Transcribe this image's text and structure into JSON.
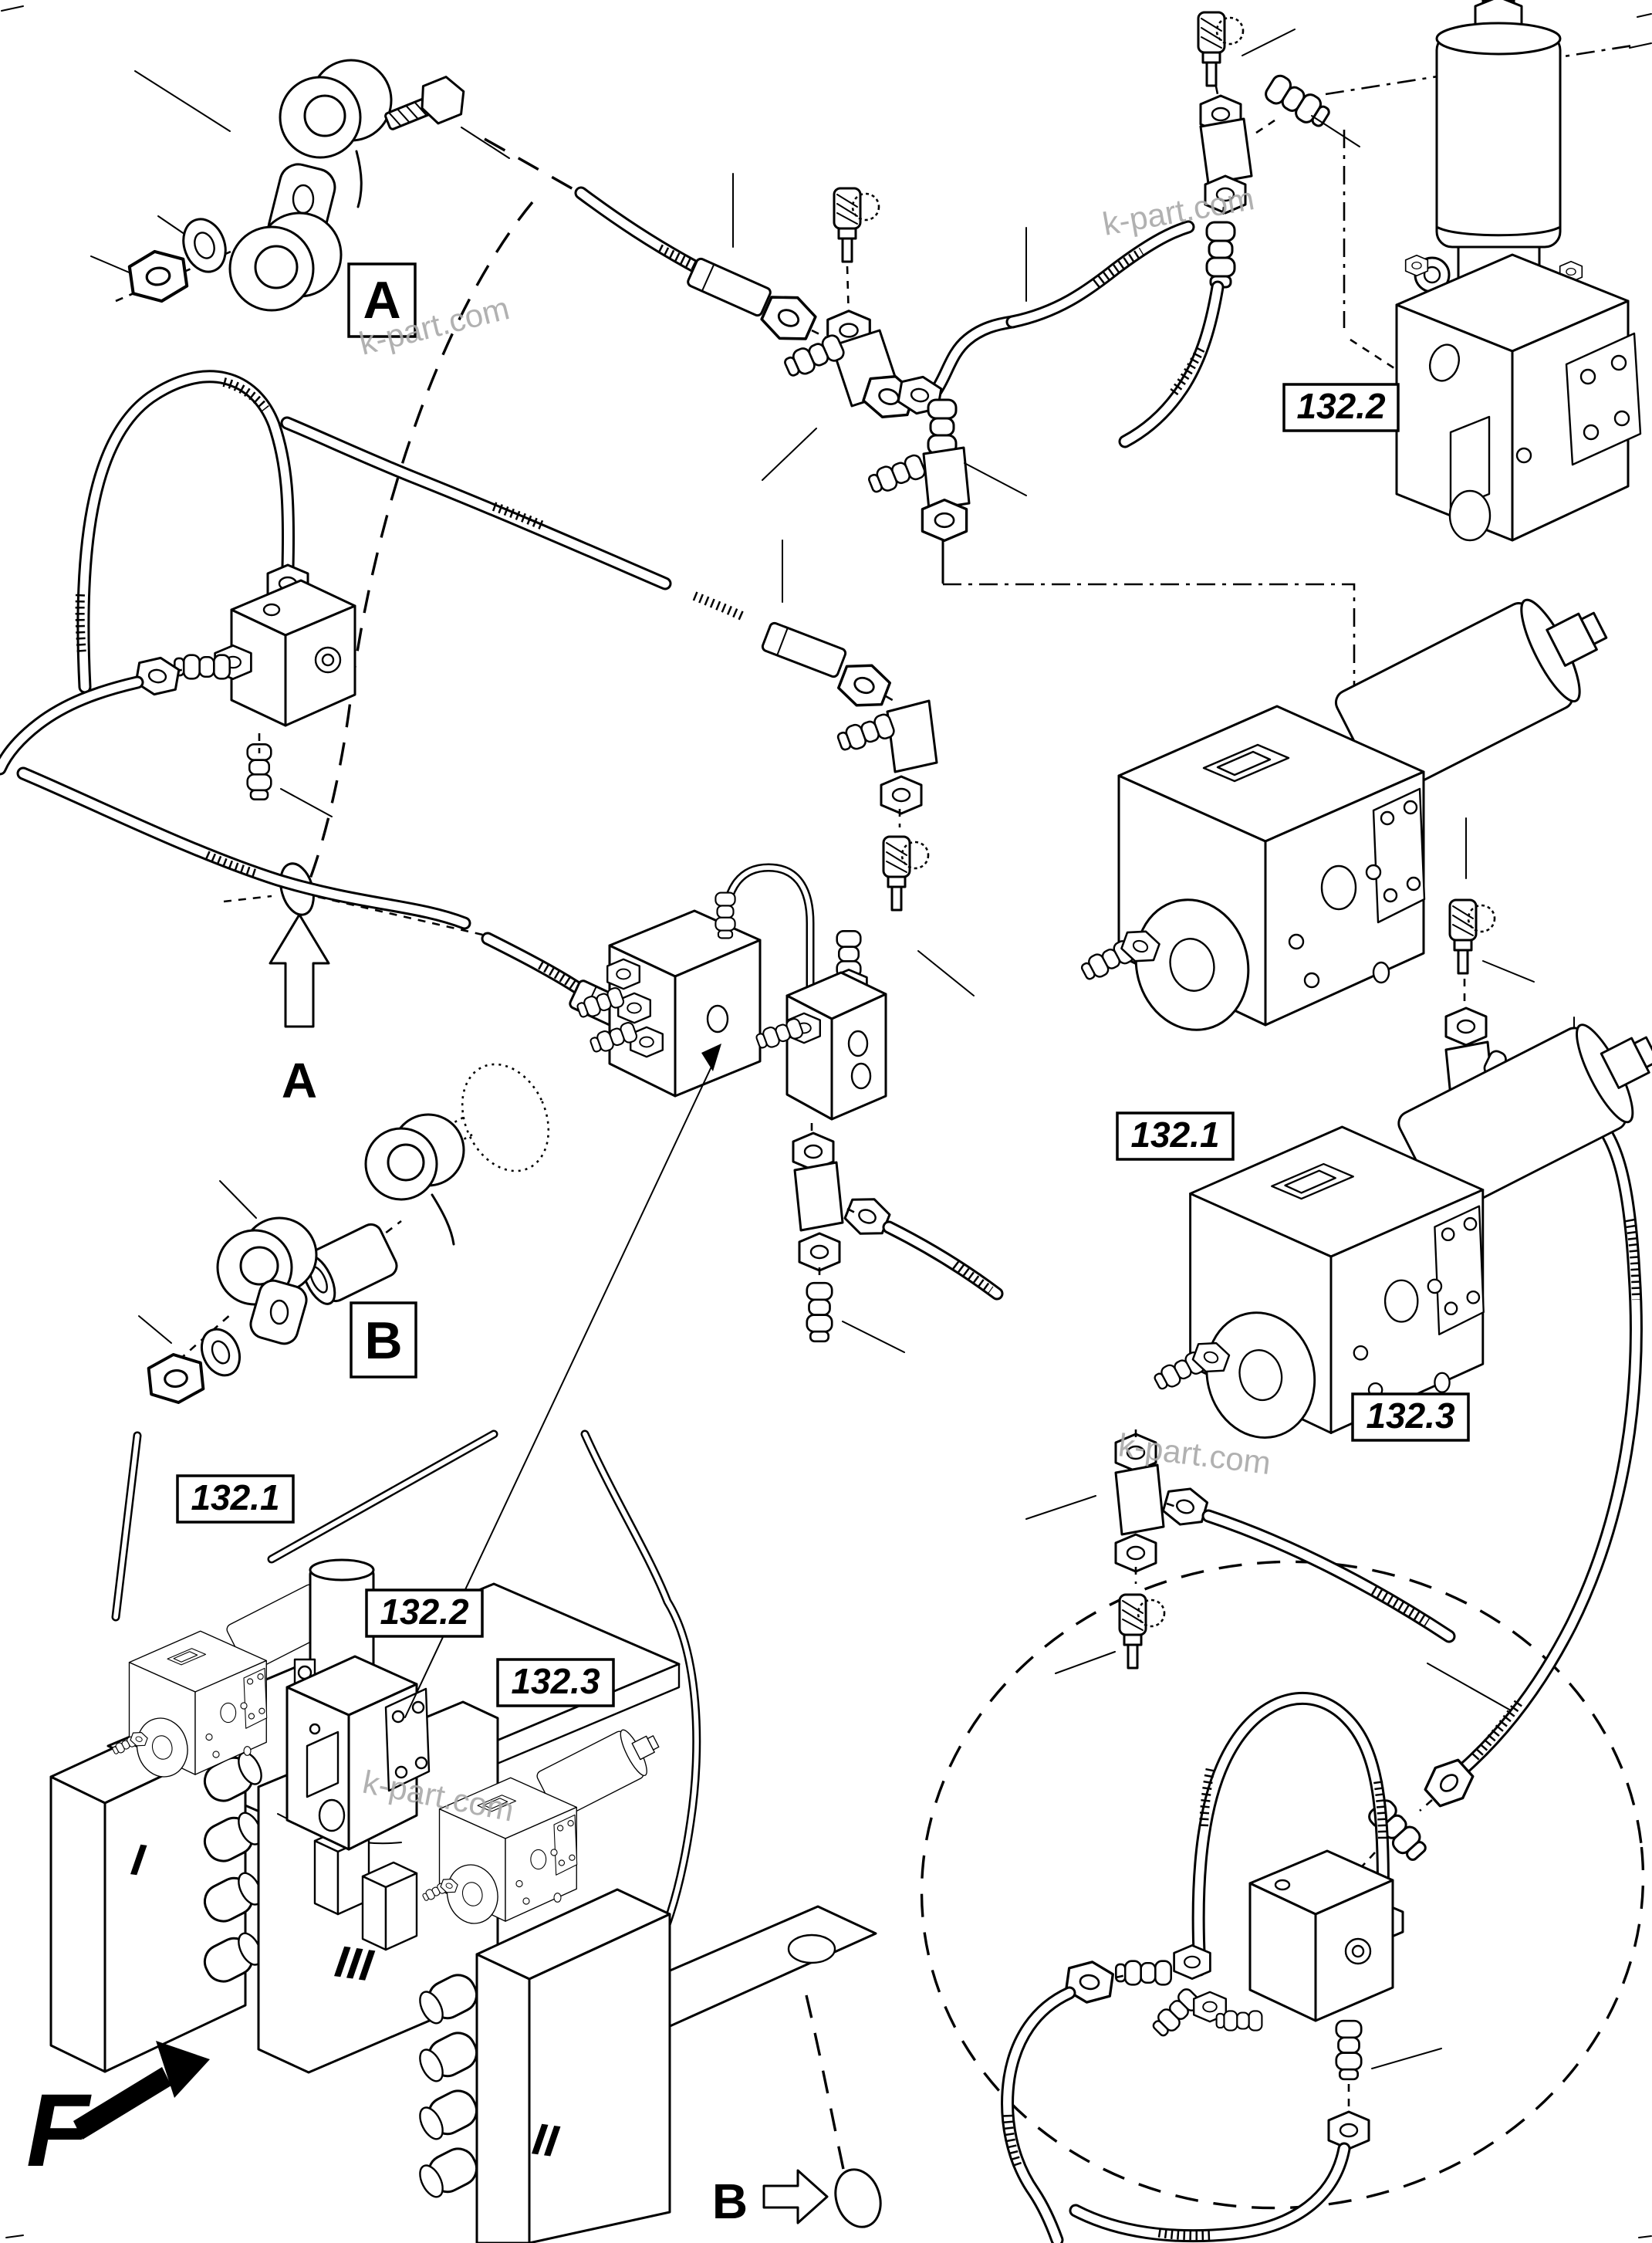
{
  "drawing": {
    "background_color": "#ffffff",
    "line_color": "#000000",
    "watermark_color": "#a9a9a9"
  },
  "callouts": {
    "detail_a": "A",
    "detail_b": "B",
    "view_a": "A",
    "view_b": "B",
    "view_f": "F"
  },
  "part_refs": [
    {
      "label": "132.2"
    },
    {
      "label": "132.1"
    },
    {
      "label": "132.3"
    },
    {
      "label": "132.1"
    },
    {
      "label": "132.2"
    },
    {
      "label": "132.3"
    }
  ],
  "sections": {
    "bank_1": "I",
    "bank_2": "II",
    "bank_3": "III"
  },
  "watermarks": [
    "k-part.com",
    "k-part.com",
    "k-part.com",
    "k-part.com"
  ]
}
